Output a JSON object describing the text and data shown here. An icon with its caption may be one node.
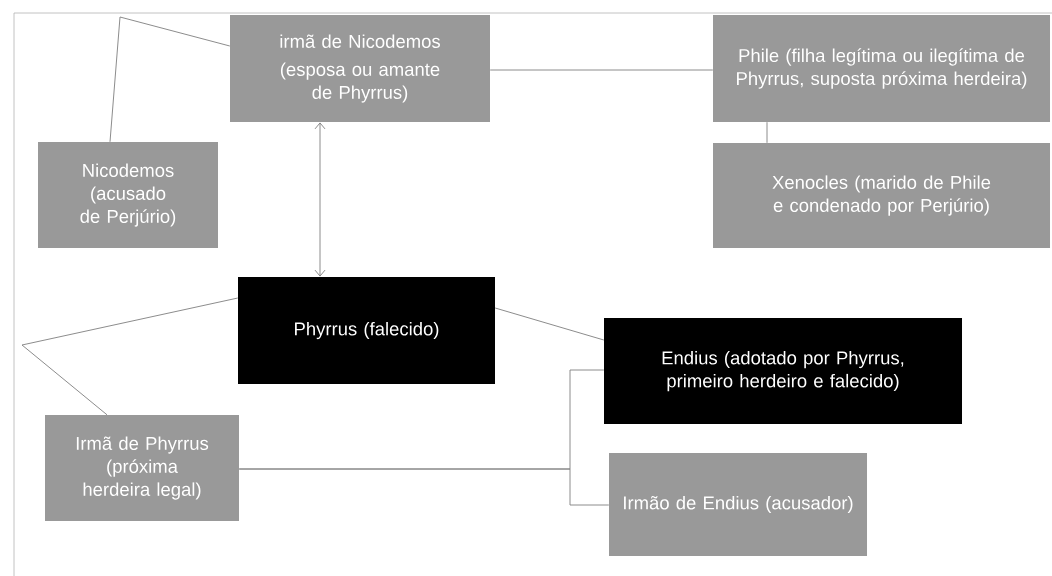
{
  "diagram": {
    "nodes": [
      {
        "text": [
          "irmã de Nicodemos",
          "(esposa ou amante de Phyrrus)"
        ]
      },
      {
        "text": [
          "Phile (filha legítima ou ilegítima de Phyrrus, suposta próxima herdeira)"
        ]
      },
      {
        "text": [
          "Nicodemos (acusado de Perjúrio)"
        ]
      },
      {
        "text": [
          "Xenocles (marido de Phile e condenado por Perjúrio)"
        ]
      },
      {
        "text": [
          "Phyrrus (falecido)"
        ]
      },
      {
        "text": [
          "Endius (adotado por Phyrrus, primeiro herdeiro e falecido)"
        ]
      },
      {
        "text": [
          "Irmã de Phyrrus (próxima herdeira legal)"
        ]
      },
      {
        "text": [
          "Irmão de Endius (acusador)"
        ]
      }
    ],
    "edges": [
      {
        "from": 0,
        "to": 1,
        "arrow": "none"
      },
      {
        "from": 1,
        "to": 3,
        "arrow": "none"
      },
      {
        "from": 2,
        "to": 0,
        "arrow": "none"
      },
      {
        "from": 0,
        "to": 4,
        "arrow": "both"
      },
      {
        "from": 4,
        "to": 5,
        "arrow": "none"
      },
      {
        "from": 4,
        "to": 6,
        "arrow": "none"
      },
      {
        "from": 6,
        "to": 5,
        "arrow": "none"
      },
      {
        "from": 6,
        "to": 7,
        "arrow": "none"
      }
    ]
  }
}
